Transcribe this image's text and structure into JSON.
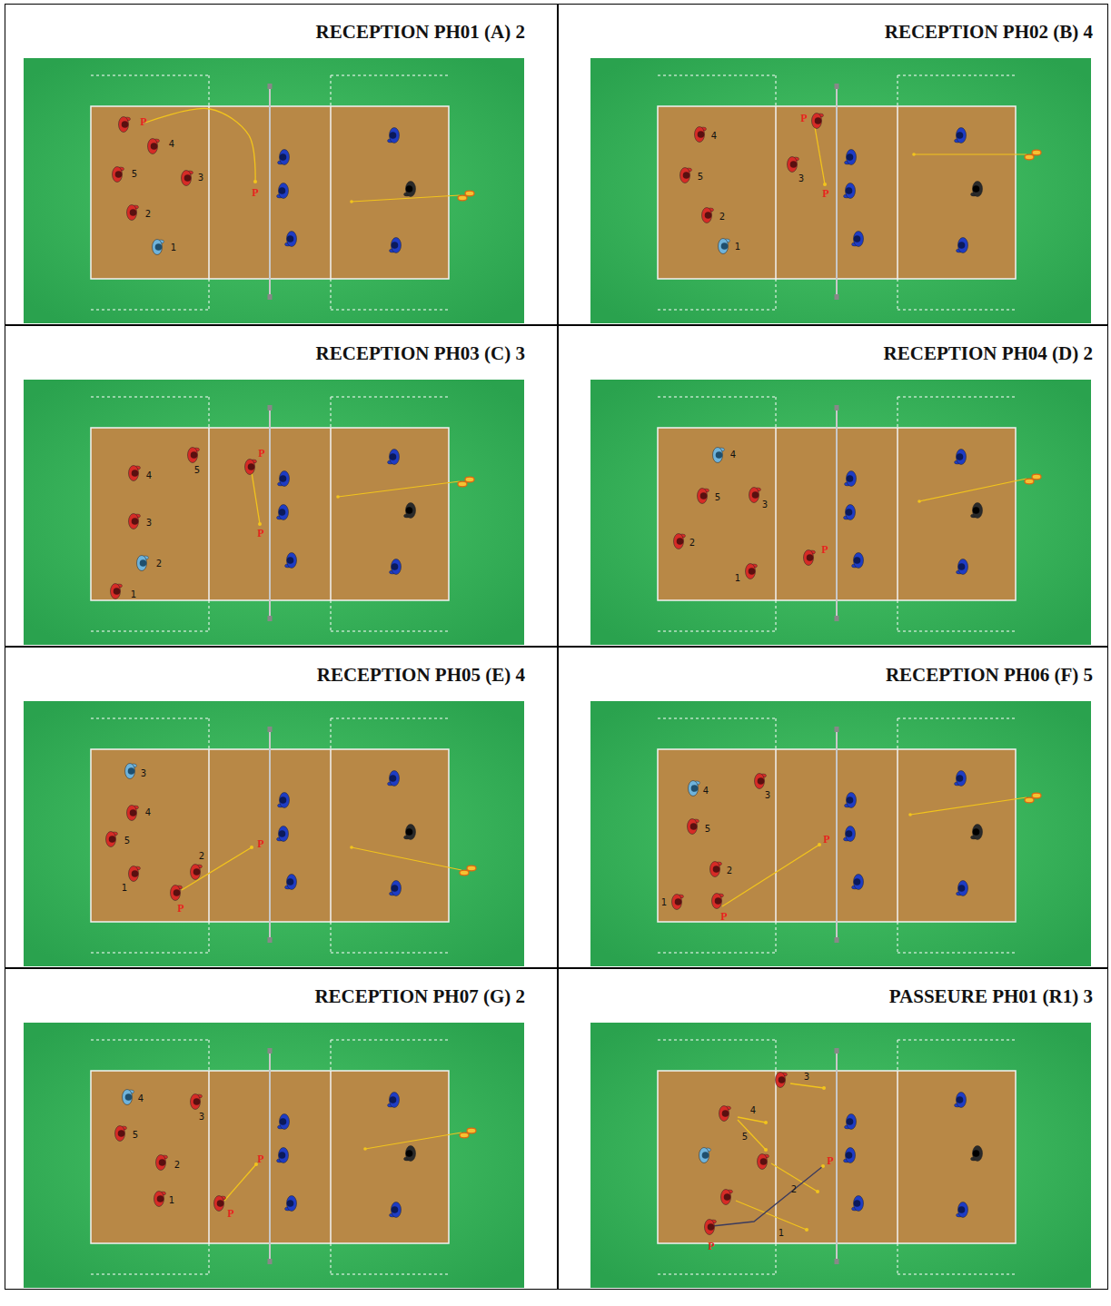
{
  "diagram": {
    "nodes": [
      {
        "text": [
          "RECEPTION PH01 (A) 2"
        ]
      },
      {
        "text": [
          "RECEPTION PH02 (B) 4"
        ]
      },
      {
        "text": [
          "RECEPTION PH03 (C) 3"
        ]
      },
      {
        "text": [
          "RECEPTION PH04 (D) 2"
        ]
      },
      {
        "text": [
          "RECEPTION PH05 (E) 4"
        ]
      },
      {
        "text": [
          "RECEPTION PH06 (F) 5"
        ]
      },
      {
        "text": [
          "RECEPTION PH07 (G) 2"
        ]
      },
      {
        "text": [
          "PASSEURE PH01 (R1) 3"
        ]
      }
    ],
    "labels": [
      "P",
      "4",
      "5",
      "3",
      "2",
      "1",
      "P",
      "4",
      "P",
      "P",
      "5",
      "3",
      "2",
      "1",
      "5",
      "P",
      "4",
      "3",
      "P",
      "2",
      "1",
      "4",
      "5",
      "3",
      "2",
      "P",
      "1",
      "3",
      "4",
      "5",
      "2",
      "P",
      "1",
      "P",
      "4",
      "3",
      "5",
      "P",
      "2",
      "1",
      "P",
      "4",
      "3",
      "5",
      "2",
      "1",
      "P",
      "P",
      "3",
      "4",
      "5",
      "2",
      "P",
      "1",
      "P"
    ]
  }
}
